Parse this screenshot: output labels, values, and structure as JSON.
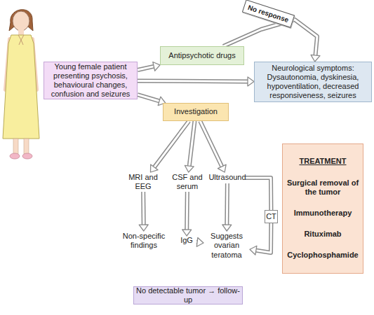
{
  "diagram": {
    "nodes": [
      {
        "text": [
          "Young female patient presenting psychosis, behavioural changes, confusion and seizures"
        ]
      },
      {
        "text": [
          "Antipsychotic drugs"
        ]
      },
      {
        "text": [
          "Neurological symptoms: Dysautonomia, dyskinesia, hypoventilation, decreased responsiveness, seizures"
        ]
      },
      {
        "text": [
          "Investigation"
        ]
      },
      {
        "text": [
          "MRI and EEG"
        ]
      },
      {
        "text": [
          "CSF and serum"
        ]
      },
      {
        "text": [
          "Ultrasound"
        ]
      },
      {
        "text": [
          "CT"
        ]
      },
      {
        "text": [
          "Non-specific findings"
        ]
      },
      {
        "text": [
          "IgG"
        ]
      },
      {
        "text": [
          "Suggests ovarian teratoma"
        ]
      },
      {
        "text": [
          "TREATMENT",
          "Surgical removal of the tumor",
          "Immunotherapy",
          "Rituximab",
          "Cyclophosphamide"
        ]
      },
      {
        "text": [
          "No detectable tumor → follow-up"
        ]
      }
    ],
    "edges": [
      {
        "from": 0,
        "to": 1,
        "arrow": "to"
      },
      {
        "from": 0,
        "to": 2,
        "arrow": "to"
      },
      {
        "from": 0,
        "to": 3,
        "arrow": "to"
      },
      {
        "from": 1,
        "to": 2,
        "label": "No response",
        "arrow": "to"
      },
      {
        "from": 3,
        "to": 4,
        "arrow": "to"
      },
      {
        "from": 3,
        "to": 5,
        "arrow": "to"
      },
      {
        "from": 3,
        "to": 6,
        "arrow": "to"
      },
      {
        "from": 4,
        "to": 8,
        "arrow": "to"
      },
      {
        "from": 5,
        "to": 9,
        "arrow": "to"
      },
      {
        "from": 6,
        "to": 10,
        "arrow": "to"
      },
      {
        "from": 9,
        "to": 10,
        "arrow": "to"
      },
      {
        "from": 6,
        "to": 7,
        "arrow": "none"
      },
      {
        "from": 7,
        "to": 10,
        "arrow": "to"
      }
    ]
  }
}
